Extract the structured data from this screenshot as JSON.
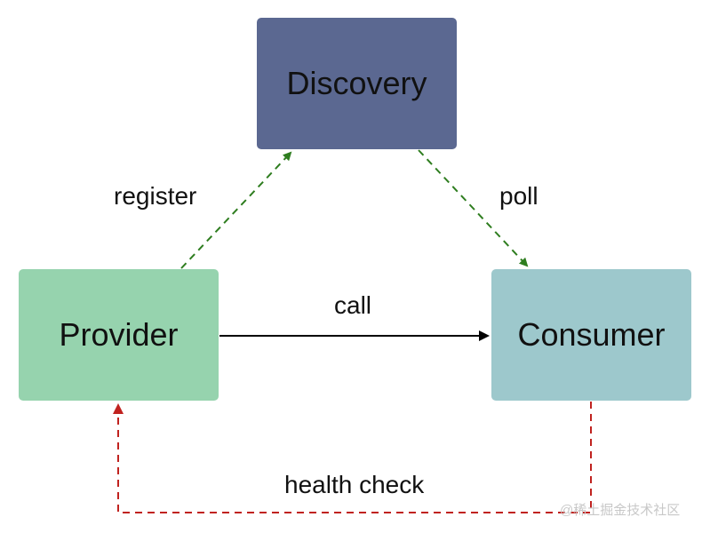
{
  "nodes": {
    "discovery": {
      "label": "Discovery",
      "color": "#5b6891"
    },
    "provider": {
      "label": "Provider",
      "color": "#96d3ae"
    },
    "consumer": {
      "label": "Consumer",
      "color": "#9dc8cc"
    }
  },
  "edges": {
    "register": {
      "label": "register",
      "color": "#2e7d1f",
      "style": "dashed"
    },
    "poll": {
      "label": "poll",
      "color": "#2e7d1f",
      "style": "dashed"
    },
    "call": {
      "label": "call",
      "color": "#000000",
      "style": "solid"
    },
    "health_check": {
      "label": "health check",
      "color": "#c0221f",
      "style": "dashed"
    }
  },
  "watermark": "@稀土掘金技术社区"
}
